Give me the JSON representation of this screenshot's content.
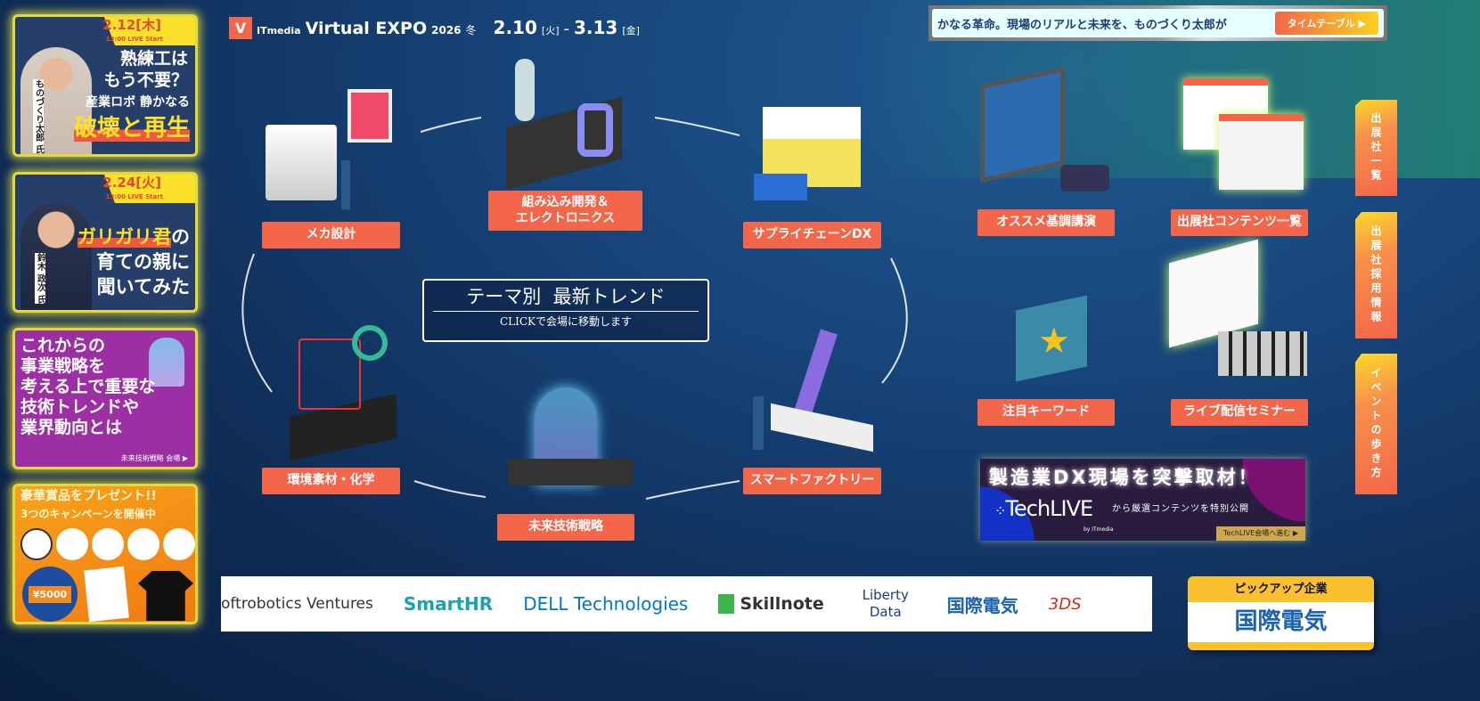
{
  "header": {
    "brand": "ITmedia",
    "title": "Virtual EXPO",
    "year": "2026",
    "season": "冬",
    "date_start": "2.10",
    "dow_start": "[火]",
    "sep": "-",
    "date_end": "3.13",
    "dow_end": "[金]"
  },
  "ticker": {
    "text": "かなる革命。現場のリアルと未来を、ものづくり太郎が",
    "button": "タイムテーブル ▶"
  },
  "left_banners": [
    {
      "date": "2.12[木]",
      "time": "13:00 LIVE Start",
      "line1": "熟練工は",
      "line2": "もう不要？",
      "line3": "産業ロボ 静かなる",
      "line4": "破壊と再生",
      "speaker": "ものづくり太郎 氏"
    },
    {
      "date": "2.24[火]",
      "time": "13:00 LIVE Start",
      "line1": "ガリガリ君",
      "line1b": "の",
      "line2": "育ての親に",
      "line3": "聞いてみた",
      "speaker": "鈴木 政次 氏"
    },
    {
      "lines": [
        "これからの",
        "事業戦略を",
        "考える上で重要な",
        "技術トレンドや",
        "業界動向とは"
      ],
      "link": "未来技術戦略 会場 ▶"
    },
    {
      "line1": "豪華賞品をプレゼント!!",
      "line2": "3つのキャンペーンを開催中",
      "voucher": "¥5000"
    }
  ],
  "themes": {
    "title": "テーマ別  最新トレンド",
    "subtitle": "CLICKで会場に移動します",
    "items": [
      "メカ設計",
      "組み込み開発＆\nエレクトロニクス",
      "サプライチェーンDX",
      "環境素材・化学",
      "未来技術戦略",
      "スマートファクトリー"
    ]
  },
  "right_items": [
    "オススメ基調講演",
    "出展社コンテンツ一覧",
    "注目キーワード",
    "ライブ配信セミナー"
  ],
  "techlive": {
    "headline": "製造業DX現場を突撃取材！",
    "brand": "TechLIVE",
    "by": "by ITmedia",
    "sub": "から厳選コンテンツを特別公開",
    "button": "TechLIVE会場へ進む ▶"
  },
  "side_tabs": [
    "出展社一覧",
    "出展社採用情報",
    "イベントの歩き方"
  ],
  "sponsors": [
    "oftrobotics Ventures",
    "SmartHR",
    "DELL Technologies",
    "Skillnote",
    "Liberty Data",
    "国際電気",
    "3DS"
  ],
  "pickup": {
    "label": "ピックアップ企業",
    "company": "国際電気"
  },
  "colors": {
    "accent": "#f4664a",
    "highlight": "#fbe12a"
  }
}
